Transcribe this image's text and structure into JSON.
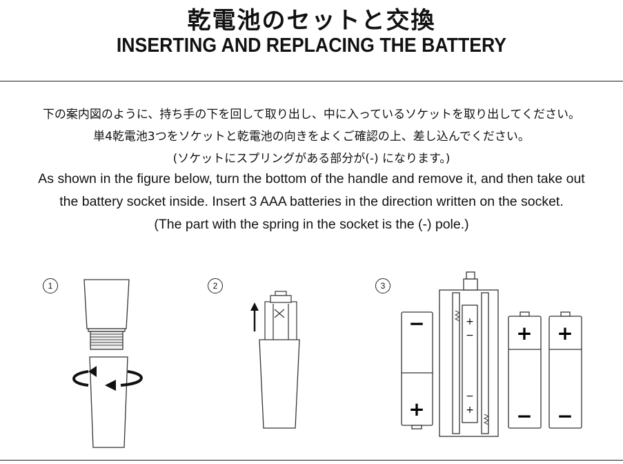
{
  "heading": {
    "title_jp": "乾電池のセットと交換",
    "title_en": "INSERTING AND REPLACING THE BATTERY"
  },
  "instructions": {
    "jp_line1": "下の案内図のように、持ち手の下を回して取り出し、中に入っているソケットを取り出してください。",
    "jp_line2": "単4乾電池3つをソケットと乾電池の向きをよくご確認の上、差し込んでください。",
    "jp_line3": "(ソケットにスプリングがある部分が(-) になります。)",
    "en_line1": "As shown in the figure below, turn the bottom of the handle and remove it, and then take out",
    "en_line2": "the battery socket inside. Insert 3 AAA batteries in the direction written on the socket.",
    "en_line3": "(The part with the spring in the socket is the (-) pole.)"
  },
  "steps": [
    {
      "number": "1"
    },
    {
      "number": "2"
    },
    {
      "number": "3"
    }
  ],
  "battery_signs": {
    "plus": "+",
    "minus": "−"
  }
}
